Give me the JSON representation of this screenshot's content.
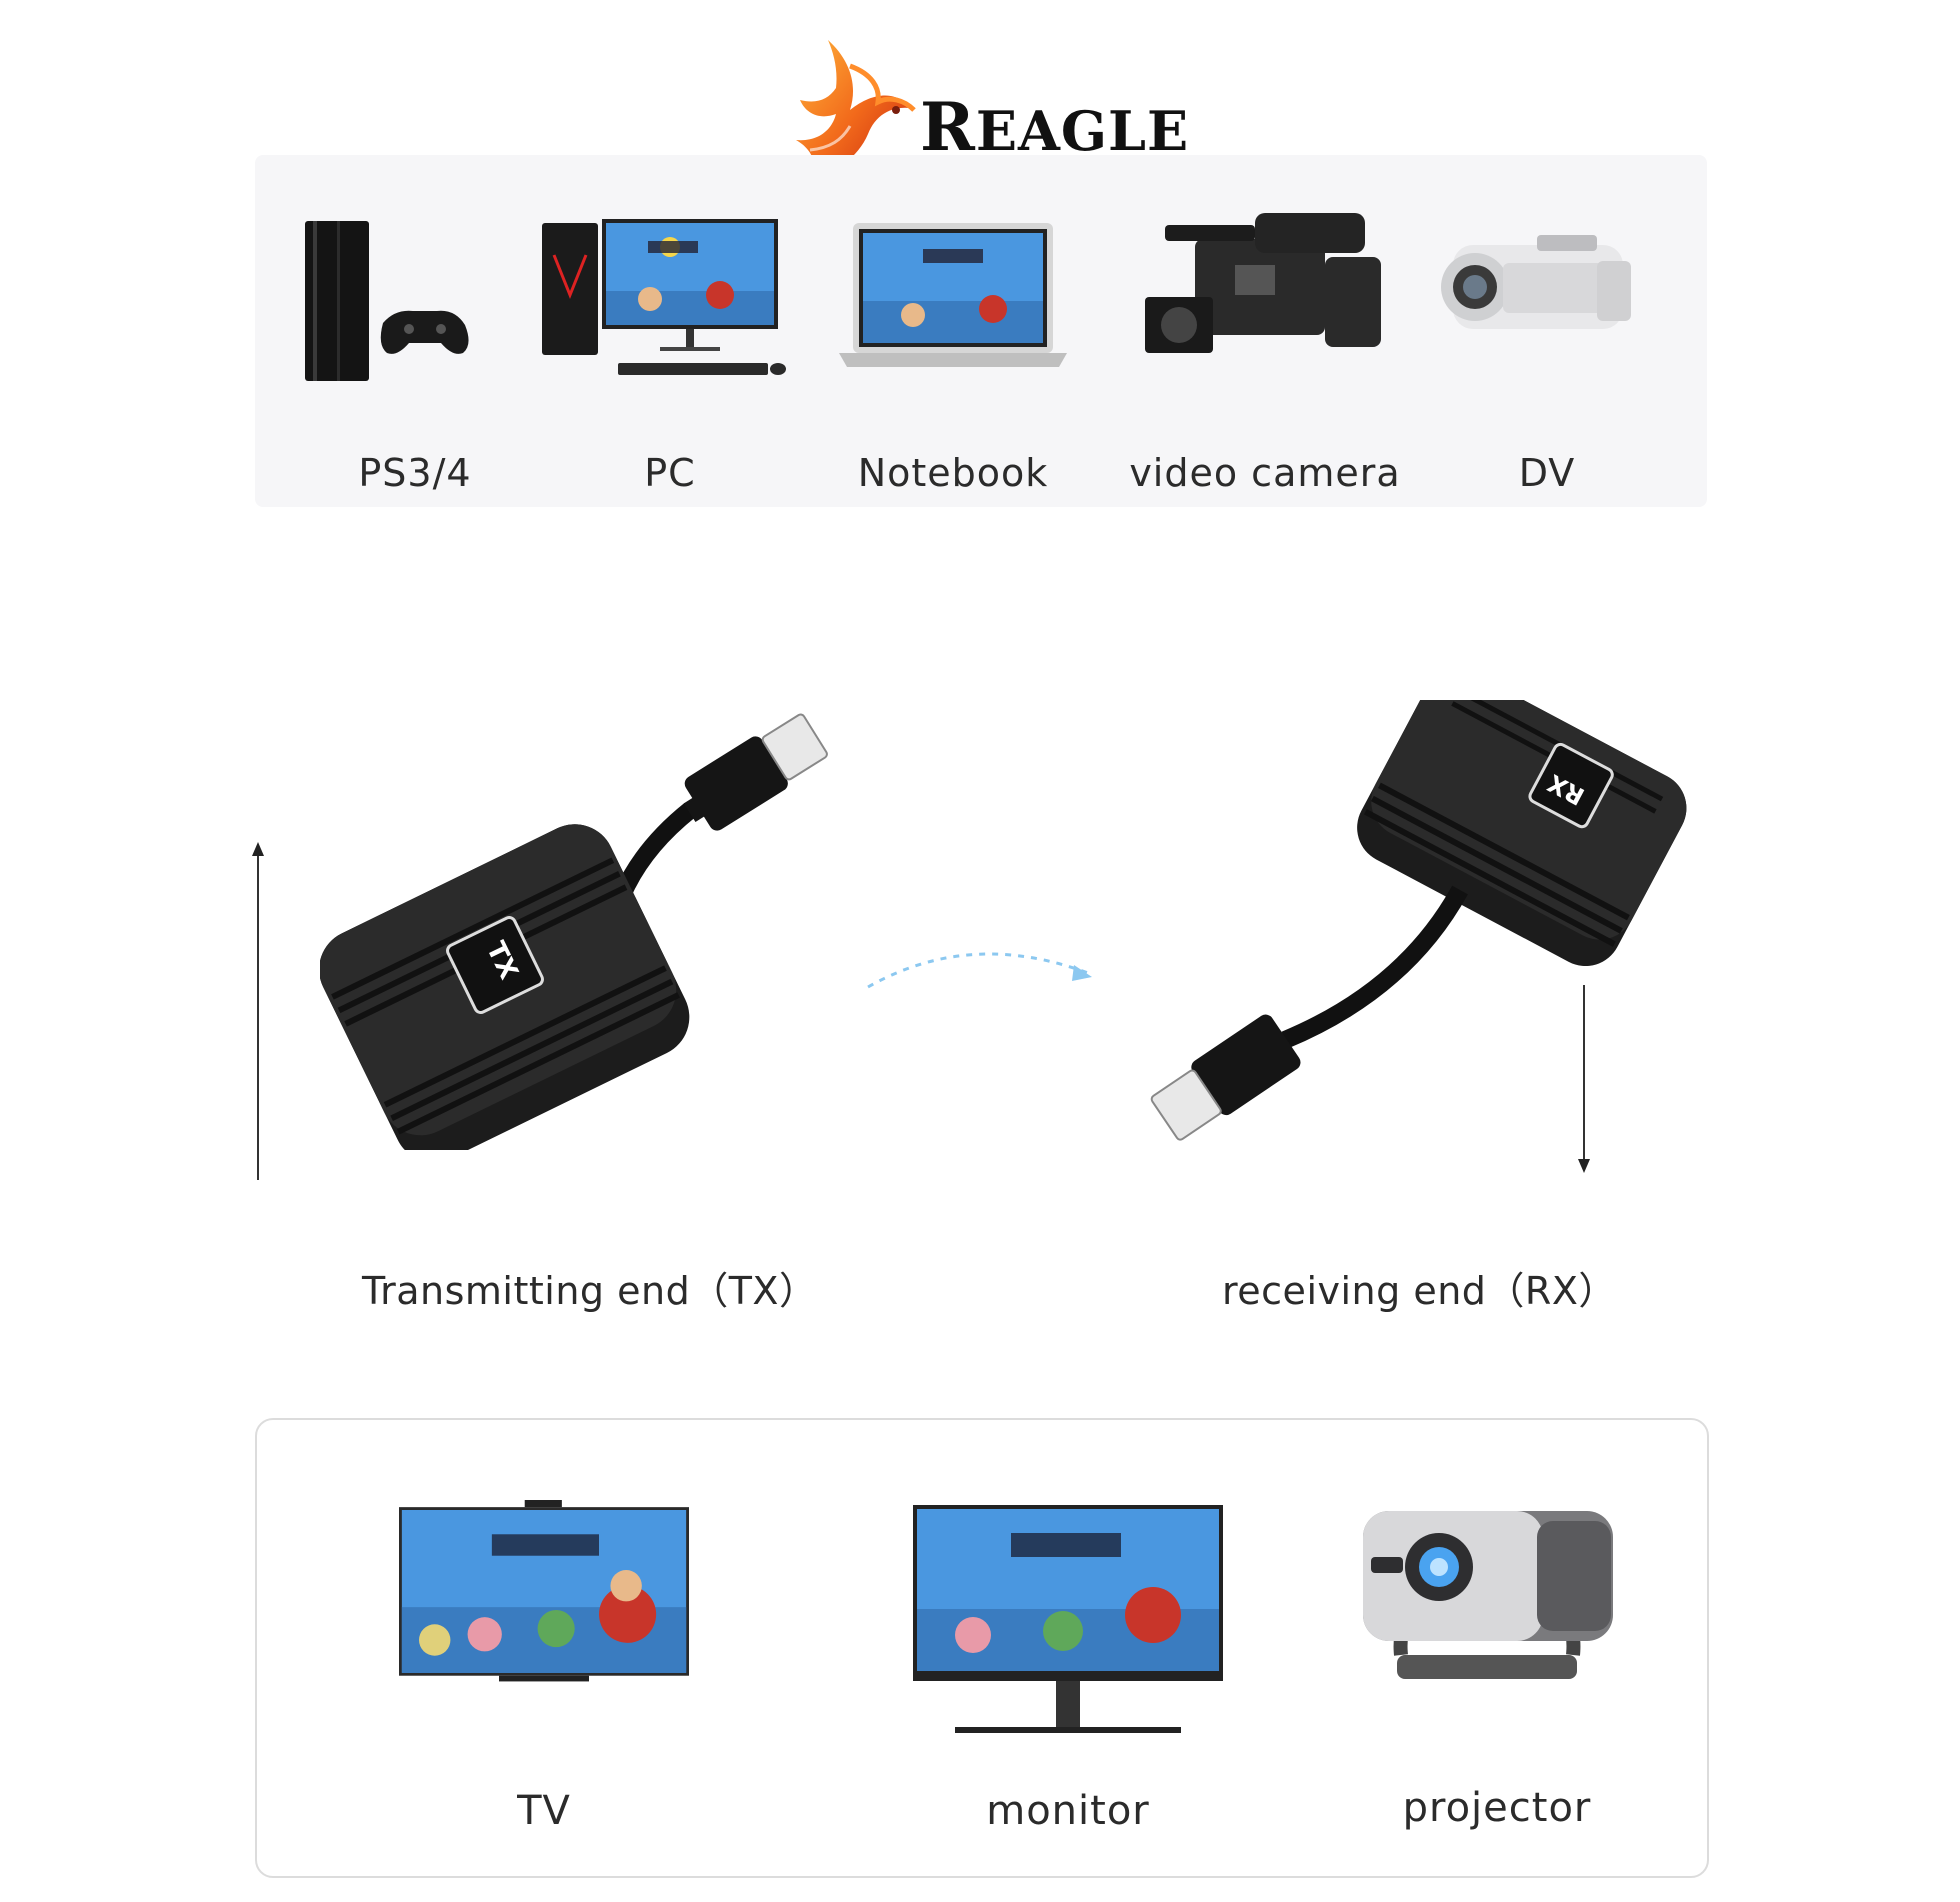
{
  "brand": {
    "name_initial": "R",
    "name_rest": "EAGLE"
  },
  "sources": [
    {
      "label": "PS3/4",
      "icon": "game-console-icon"
    },
    {
      "label": "PC",
      "icon": "desktop-pc-icon"
    },
    {
      "label": "Notebook",
      "icon": "laptop-icon"
    },
    {
      "label": "video camera",
      "icon": "video-camera-icon"
    },
    {
      "label": "DV",
      "icon": "camcorder-icon"
    }
  ],
  "transmitter": {
    "badge": "TX",
    "label": "Transmitting end（TX）"
  },
  "receiver": {
    "badge": "RX",
    "label": "receiving end（RX）"
  },
  "displays": [
    {
      "label": "TV",
      "icon": "tv-icon"
    },
    {
      "label": "monitor",
      "icon": "monitor-icon"
    },
    {
      "label": "projector",
      "icon": "projector-icon"
    }
  ],
  "colors": {
    "accent_orange": "#f26a1b",
    "device_black": "#1c1c1c",
    "screen_blue": "#3f8fe0",
    "arrow_blue": "#8cc8f0"
  }
}
